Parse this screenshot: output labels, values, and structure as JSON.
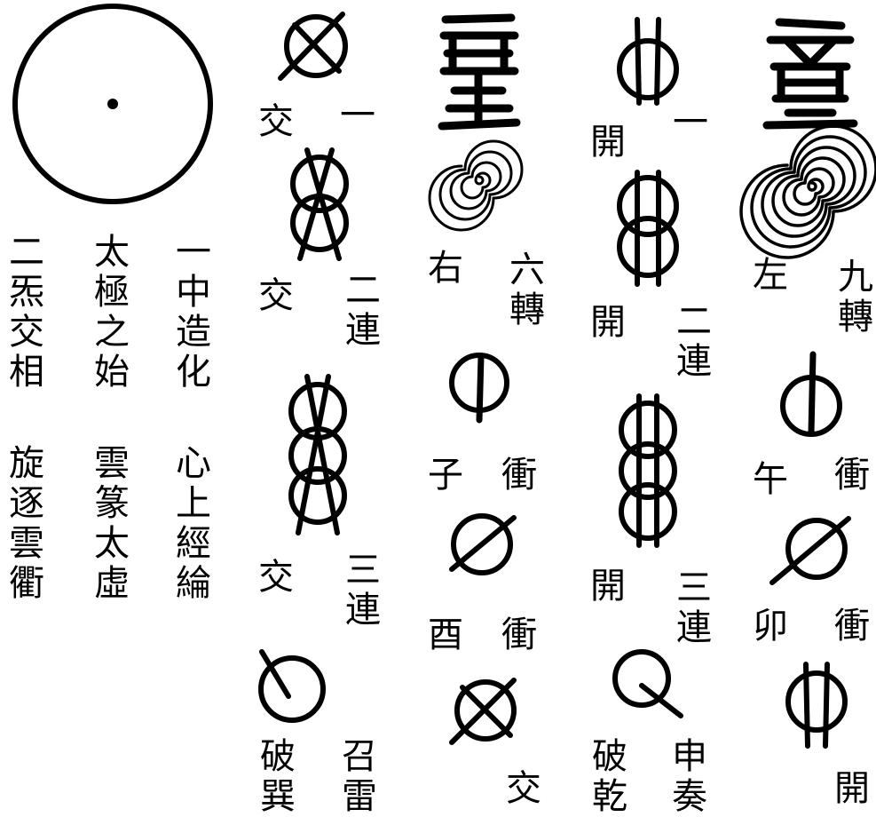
{
  "left_text": {
    "col1": "一中造化",
    "col2": "太極之始",
    "col3": "二炁交相",
    "col4": "心上經綸",
    "col5": "雲篆太虛",
    "col6": "旋逐雲衢"
  },
  "column_b": {
    "item1_top": "一",
    "item1_side": "交",
    "item2_top": "二連",
    "item2_side": "交",
    "item3_top": "三連",
    "item3_side": "交",
    "item4_top": "召雷",
    "item4_side": "破巽"
  },
  "column_c": {
    "item1_top": "六轉",
    "item1_side": "右",
    "item2_top": "衝",
    "item2_side": "子",
    "item3_top": "衝",
    "item3_side": "酉",
    "item4_label": "交"
  },
  "column_d": {
    "item1_top": "一",
    "item1_side": "開",
    "item2_top": "二連",
    "item2_side": "開",
    "item3_top": "三連",
    "item3_side": "開",
    "item4_top": "申奏",
    "item4_side": "破乾"
  },
  "column_e": {
    "item1_top": "九轉",
    "item1_side": "左",
    "item2_top": "衝",
    "item2_side": "午",
    "item3_top": "衝",
    "item3_side": "卯",
    "item4_label": "開"
  }
}
